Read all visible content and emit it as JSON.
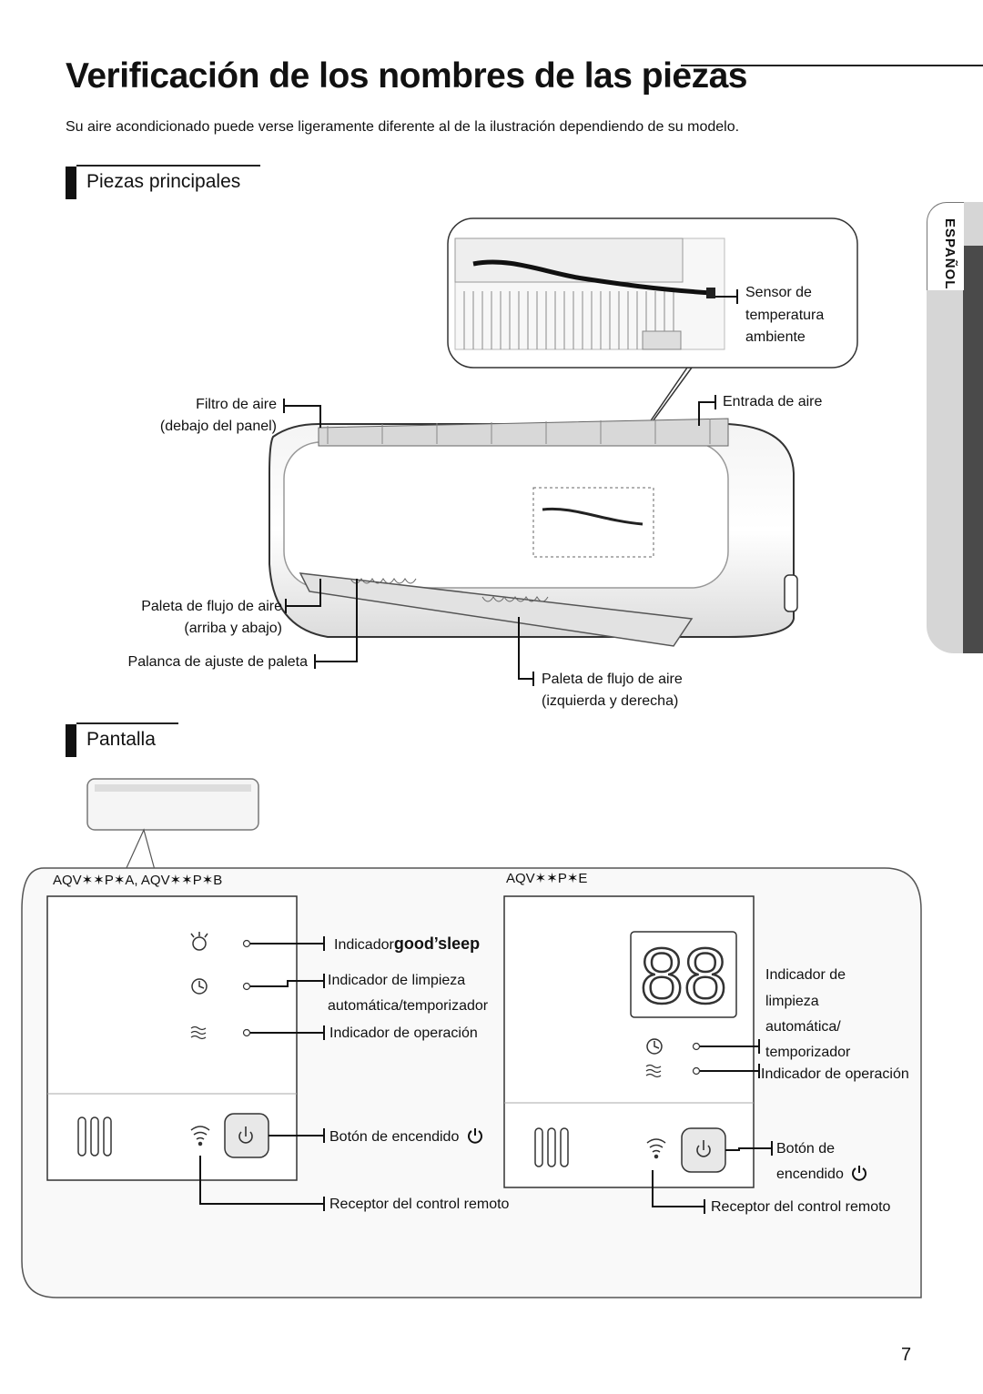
{
  "page": {
    "title": "Verificación de los nombres de las piezas",
    "intro": "Su aire acondicionado puede verse ligeramente diferente al de la ilustración dependiendo de su modelo.",
    "side_tab": "ESPAÑOL",
    "page_number": "7"
  },
  "section_main": {
    "heading": "Piezas principales",
    "labels": {
      "sensor_line1": "Sensor de",
      "sensor_line2": "temperatura",
      "sensor_line3": "ambiente",
      "filter_line1": "Filtro de aire",
      "filter_line2": "(debajo del panel)",
      "air_inlet": "Entrada de aire",
      "vane_ud_line1": "Paleta de flujo de aire",
      "vane_ud_line2": "(arriba y abajo)",
      "vane_lever": "Palanca de ajuste de paleta",
      "vane_lr_line1": "Paleta de flujo de aire",
      "vane_lr_line2": "(izquierda y derecha)"
    }
  },
  "section_display": {
    "heading": "Pantalla",
    "model_a": "AQV✶✶P✶A, AQV✶✶P✶B",
    "model_e": "AQV✶✶P✶E",
    "digits": "88",
    "panel_a": {
      "goodsleep_prefix": "Indicador",
      "goodsleep_brand": "good’sleep",
      "clean_line1": "Indicador de limpieza",
      "clean_line2": "automática/temporizador",
      "operation": "Indicador de operación",
      "power_button": "Botón  de encendido",
      "remote_receiver": "Receptor del control remoto"
    },
    "panel_e": {
      "clean_line1": "Indicador de",
      "clean_line2": "limpieza",
      "clean_line3": "automática/",
      "clean_line4": "temporizador",
      "operation": "Indicador de operación",
      "power_line1": "Botón  de",
      "power_line2": "encendido",
      "remote_receiver": "Receptor del control remoto"
    }
  },
  "icons": [
    "goodsleep-icon",
    "timer-icon",
    "operation-icon",
    "wifi-icon",
    "power-icon",
    "vent-grille-icon"
  ]
}
